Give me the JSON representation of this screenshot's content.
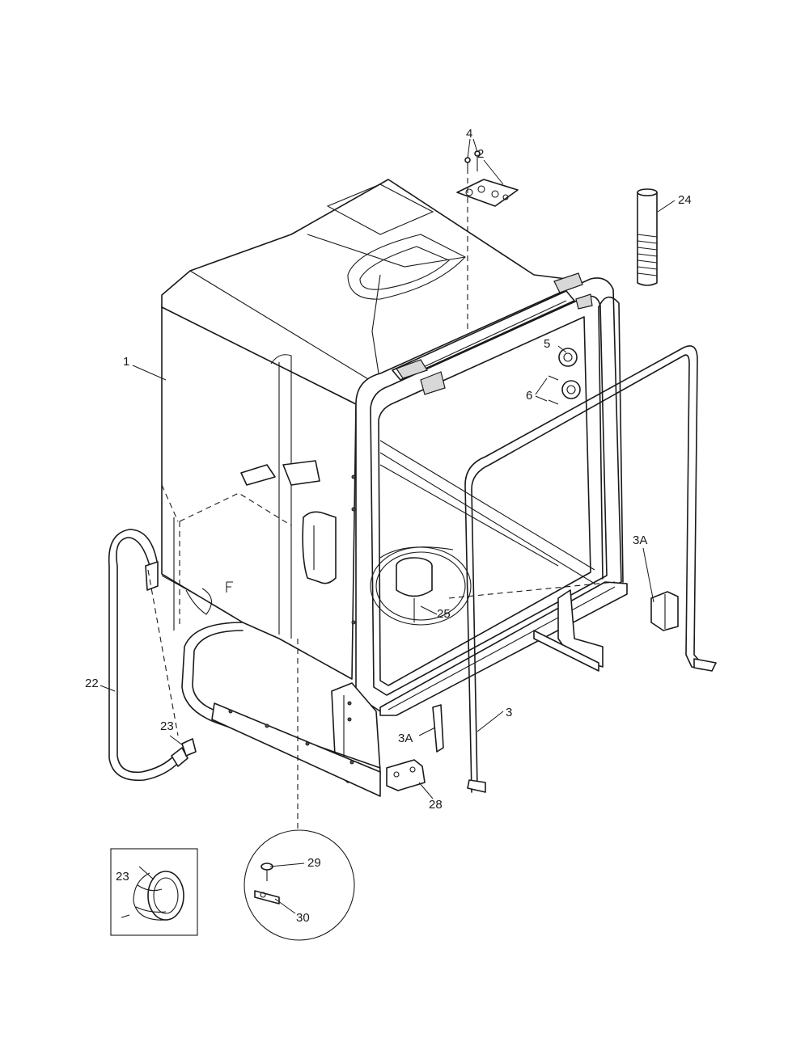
{
  "labels": {
    "p1": "1",
    "p2": "2",
    "p3": "3",
    "p3a_right": "3A",
    "p3a_lower": "3A",
    "p4": "4",
    "p5": "5",
    "p6": "6",
    "p22": "22",
    "p23_hose": "23",
    "p23_inset": "23",
    "p24": "24",
    "p25": "25",
    "p28": "28",
    "p29": "29",
    "p30": "30"
  }
}
